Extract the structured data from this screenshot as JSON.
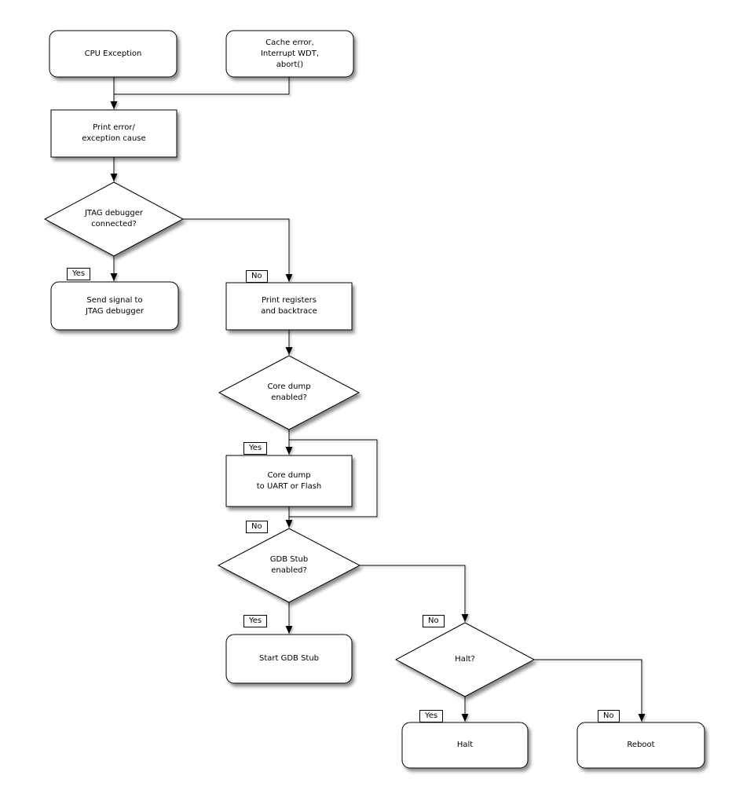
{
  "nodes": {
    "cpu_exception": {
      "lines": [
        "CPU Exception"
      ]
    },
    "cache_error": {
      "lines": [
        "Cache error,",
        "Interrupt WDT,",
        "abort()"
      ]
    },
    "print_error": {
      "lines": [
        "Print error/",
        "exception cause"
      ]
    },
    "jtag_connected": {
      "lines": [
        "JTAG debugger",
        "connected?"
      ]
    },
    "send_signal": {
      "lines": [
        "Send signal to",
        "JTAG debugger"
      ]
    },
    "print_registers": {
      "lines": [
        "Print registers",
        "and backtrace"
      ]
    },
    "core_dump_enabled": {
      "lines": [
        "Core dump",
        "enabled?"
      ]
    },
    "core_dump_uart": {
      "lines": [
        "Core dump",
        "to UART or Flash"
      ]
    },
    "gdb_enabled": {
      "lines": [
        "GDB Stub",
        "enabled?"
      ]
    },
    "start_gdb": {
      "lines": [
        "Start GDB Stub"
      ]
    },
    "halt_question": {
      "lines": [
        "Halt?"
      ]
    },
    "halt": {
      "lines": [
        "Halt"
      ]
    },
    "reboot": {
      "lines": [
        "Reboot"
      ]
    }
  },
  "edge_labels": {
    "jtag_yes": "Yes",
    "jtag_no": "No",
    "coredump_yes": "Yes",
    "coredump_no": "No",
    "gdb_yes": "Yes",
    "gdb_no": "No",
    "halt_yes": "Yes",
    "halt_no": "No"
  },
  "colors": {
    "line": "#000000",
    "fill": "#ffffff",
    "shadow": "rgba(0,0,0,0.45)"
  }
}
